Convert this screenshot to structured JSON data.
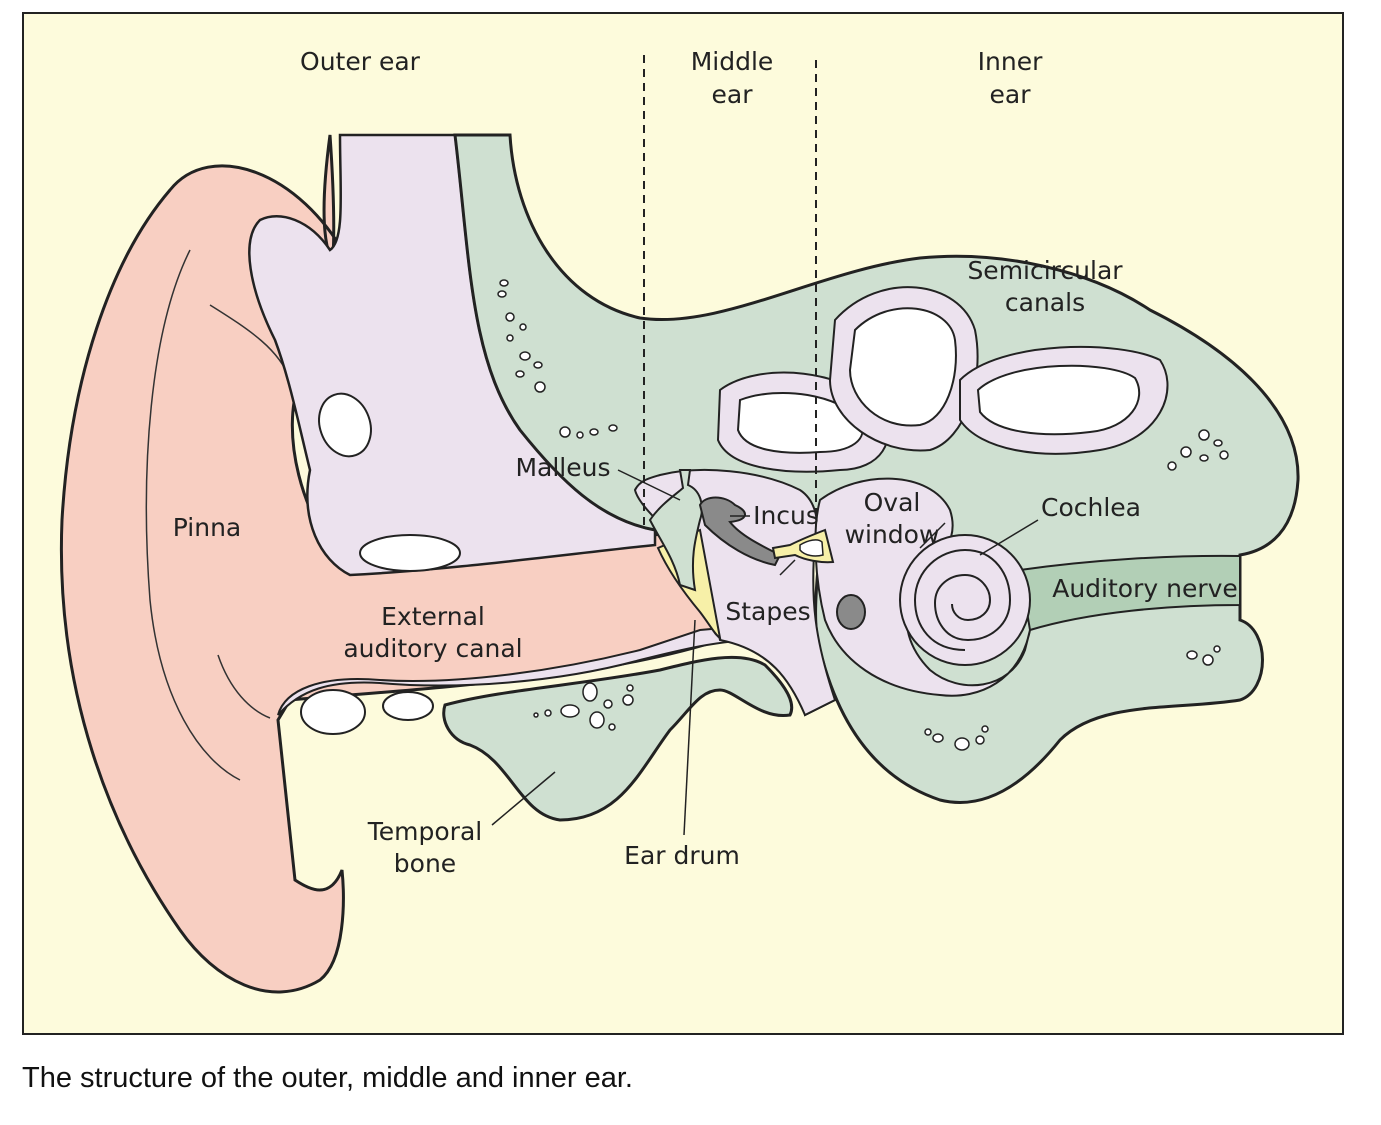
{
  "colors": {
    "background": "#fdfbdc",
    "pinna": "#f8cfc2",
    "soft_tissue": "#ece2ee",
    "bone": "#cfe0d1",
    "ear_drum": "#f7f0a8",
    "incus": "#8a8a8a",
    "nerve": "#b2cfb6"
  },
  "regions": {
    "outer_ear": "Outer ear",
    "middle_ear": [
      "Middle",
      "ear"
    ],
    "inner_ear": [
      "Inner",
      "ear"
    ]
  },
  "labels": {
    "pinna": "Pinna",
    "external_auditory_canal": [
      "External",
      "auditory canal"
    ],
    "temporal_bone": [
      "Temporal",
      "bone"
    ],
    "malleus": "Malleus",
    "incus": "Incus",
    "stapes": "Stapes",
    "ear_drum": "Ear drum",
    "oval_window": [
      "Oval",
      "window"
    ],
    "semicircular_canals": [
      "Semicircular",
      "canals"
    ],
    "cochlea": "Cochlea",
    "auditory_nerve": "Auditory nerve"
  },
  "caption": "The structure of the outer, middle and inner ear."
}
